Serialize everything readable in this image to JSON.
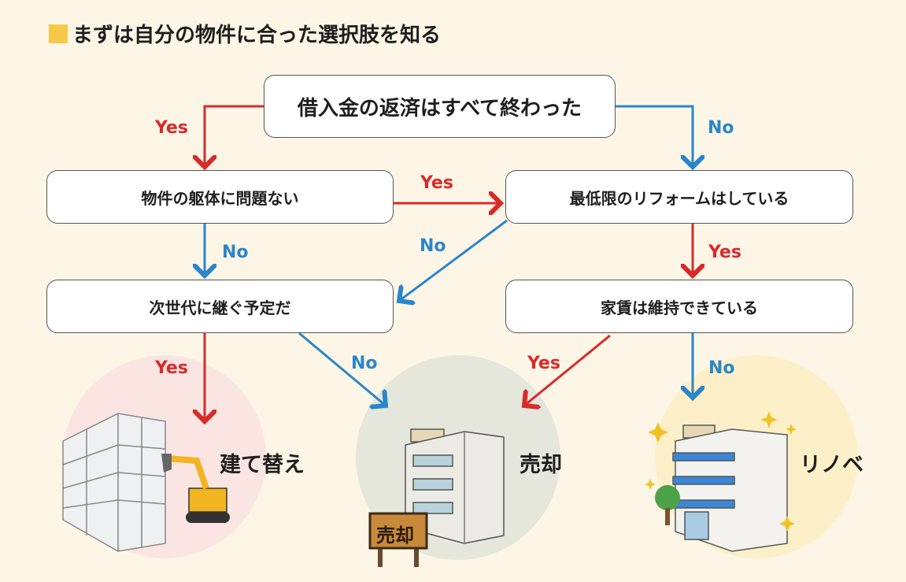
{
  "title": "まずは自分の物件に合った選択肢を知る",
  "nodes": {
    "top": "借入金の返済はすべて終わった",
    "body": "物件の躯体に問題ない",
    "reform": "最低限のリフォームはしている",
    "next": "次世代に継ぐ予定だ",
    "rent": "家賃は維持できている"
  },
  "labels": {
    "yes": "Yes",
    "no": "No"
  },
  "outcomes": {
    "rebuild": "建て替え",
    "sell": "売却",
    "renovate": "リノベ",
    "sign": "売却"
  },
  "colors": {
    "yes": "#d92a2a",
    "no": "#2b86c9",
    "accent": "#f7c948"
  }
}
